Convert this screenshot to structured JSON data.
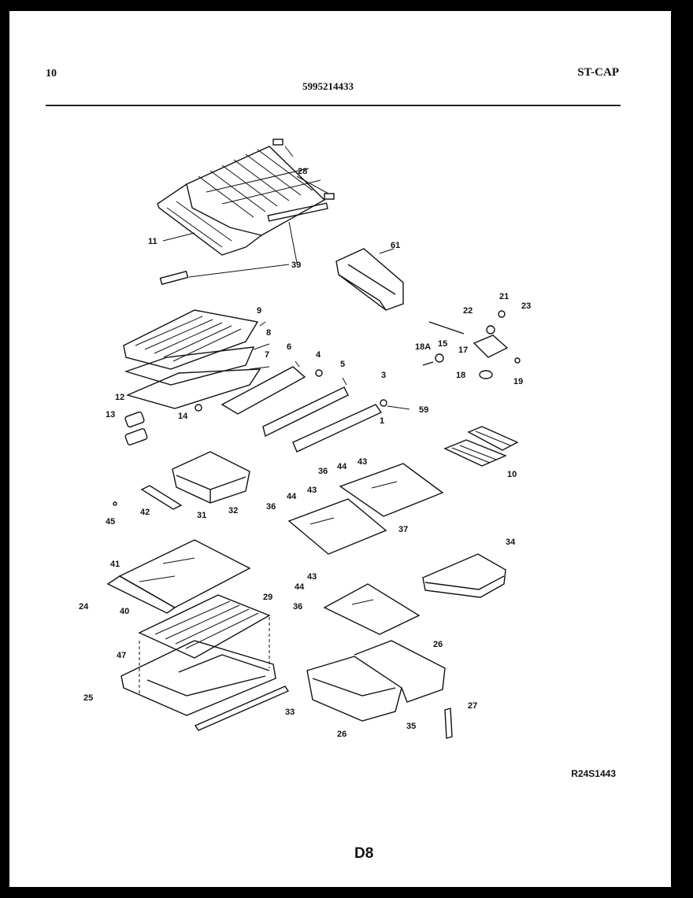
{
  "header": {
    "page_number": "10",
    "model_number": "5995214433",
    "section_code": "ST-CAP"
  },
  "footer": {
    "reference_code": "R24S1443",
    "page_label": "D8"
  },
  "callouts": [
    "28",
    "11",
    "39",
    "61",
    "22",
    "21",
    "23",
    "9",
    "8",
    "7",
    "6",
    "4",
    "5",
    "3",
    "59",
    "1",
    "18A",
    "15",
    "17",
    "18",
    "19",
    "12",
    "13",
    "14",
    "10",
    "31",
    "32",
    "36",
    "44",
    "43",
    "37",
    "42",
    "45",
    "34",
    "41",
    "24",
    "40",
    "29",
    "47",
    "25",
    "33",
    "26",
    "35",
    "27"
  ]
}
